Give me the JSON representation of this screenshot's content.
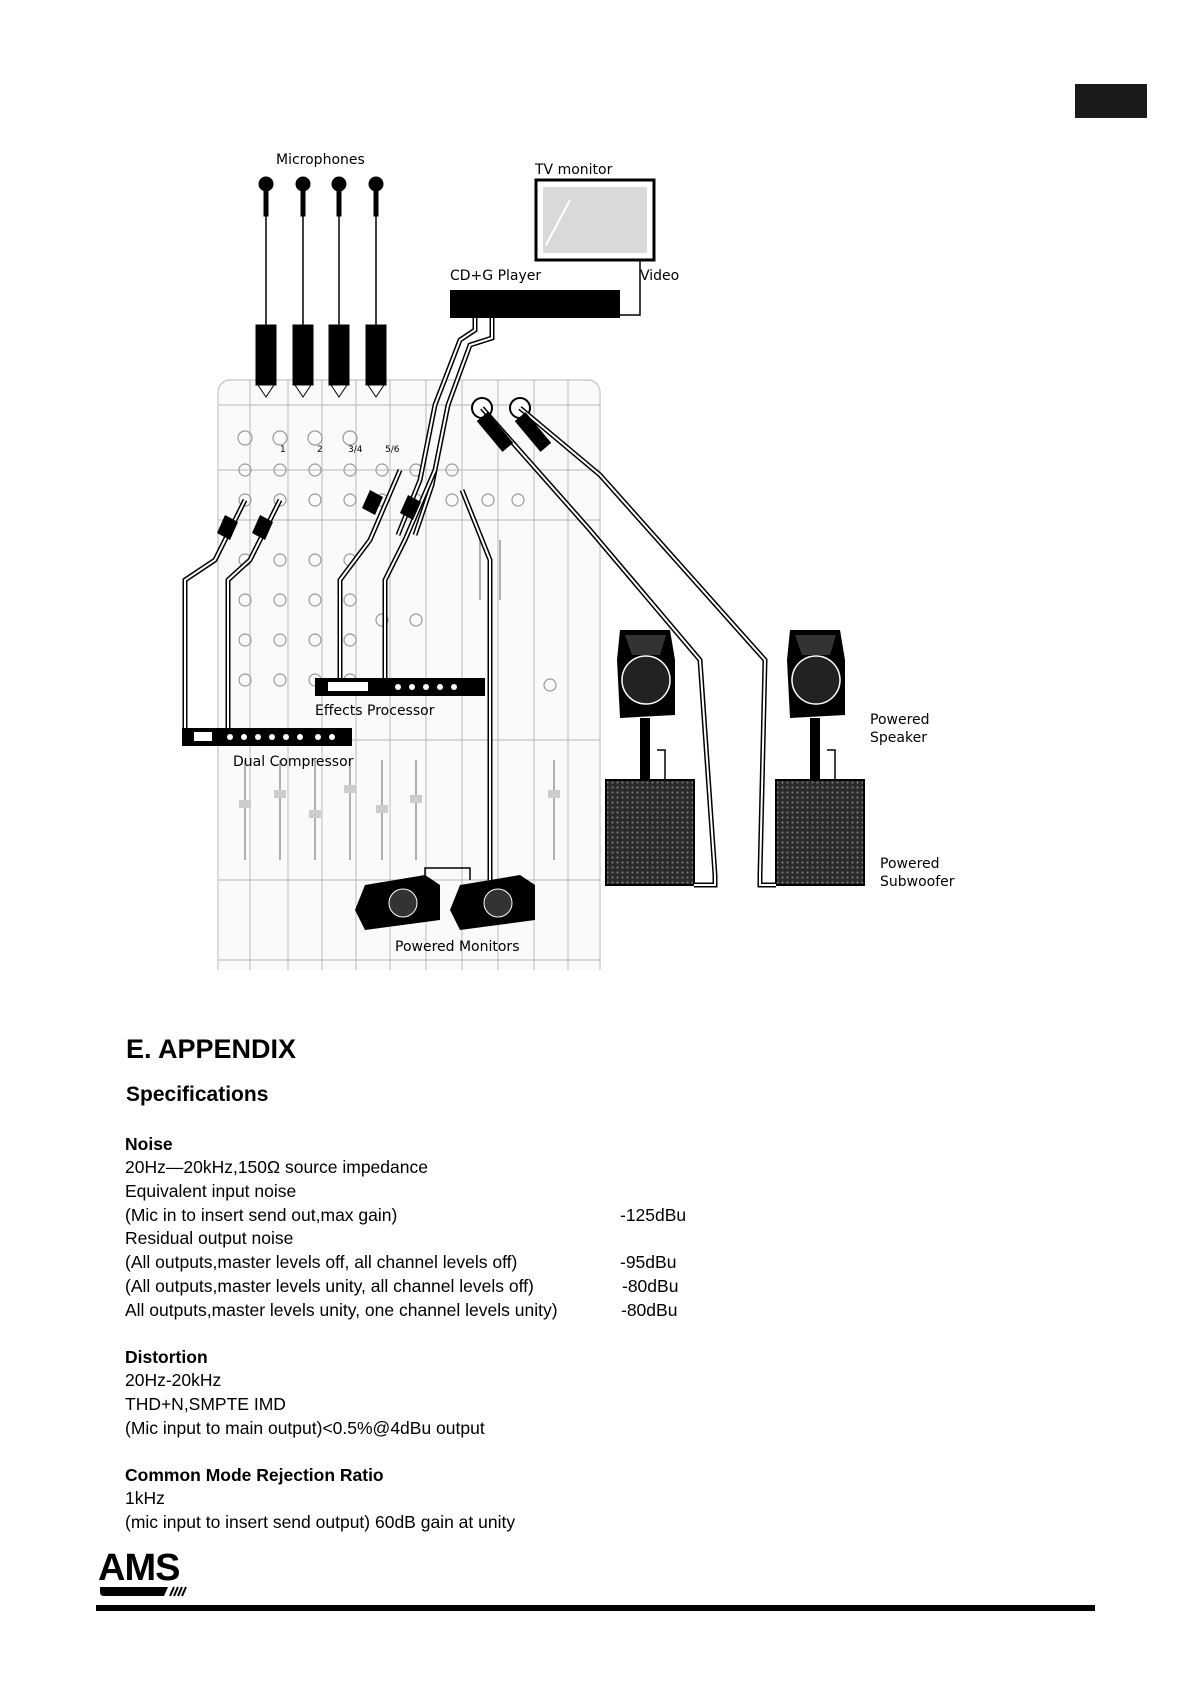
{
  "diagram": {
    "labels": {
      "microphones": "Microphones",
      "tv_monitor": "TV monitor",
      "cdg_player": "CD+G Player",
      "video": "Video",
      "effects_processor": "Effects Processor",
      "dual_compressor": "Dual Compressor",
      "powered_speaker_1": "Powered",
      "powered_speaker_2": "Speaker",
      "powered_subwoofer_1": "Powered",
      "powered_subwoofer_2": "Subwoofer",
      "powered_monitors": "Powered Monitors",
      "ch_1": "1",
      "ch_2": "2",
      "ch_34": "3/4",
      "ch_56": "5/6"
    }
  },
  "appendix": {
    "title": "E. APPENDIX",
    "subtitle": "Specifications",
    "noise": {
      "heading": "Noise",
      "l1": "20Hz—20kHz,150Ω source impedance",
      "l2": "Equivalent input noise",
      "l3": "(Mic in to insert send out,max gain)",
      "v3": "-125dBu",
      "l4": "Residual output noise",
      "l5": "(All outputs,master levels off, all channel levels off)",
      "v5": "-95dBu",
      "l6": "(All outputs,master levels unity, all channel levels off)",
      "v6": "-80dBu",
      "l7": "All outputs,master levels unity, one channel levels unity)",
      "v7": "-80dBu"
    },
    "distortion": {
      "heading": "Distortion",
      "l1": "20Hz-20kHz",
      "l2": "THD+N,SMPTE IMD",
      "l3": "(Mic input to main output)<0.5%@4dBu output"
    },
    "cmrr": {
      "heading": "Common Mode Rejection Ratio",
      "l1": "1kHz",
      "l2": "(mic input to insert send output) 60dB gain at unity"
    }
  },
  "logo": {
    "text": "AMS"
  }
}
